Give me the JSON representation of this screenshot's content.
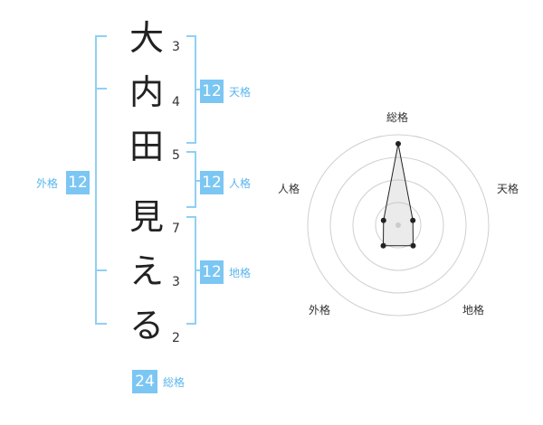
{
  "name_chars": [
    "大",
    "内",
    "田",
    "見",
    "え",
    "る"
  ],
  "strokes": [
    "3",
    "4",
    "5",
    "7",
    "3",
    "2"
  ],
  "tenkaku": {
    "value": "12",
    "label": "天格"
  },
  "jinkaku": {
    "value": "12",
    "label": "人格"
  },
  "chikaku": {
    "value": "12",
    "label": "地格"
  },
  "gaikaku": {
    "value": "12",
    "label": "外格"
  },
  "soukaku": {
    "value": "24",
    "label": "総格"
  },
  "colors": {
    "accent": "#7cc6f4",
    "accent_text": "#5bb5ee",
    "bracket": "#8fd0f5"
  },
  "chart_data": {
    "type": "radar",
    "axes": [
      "総格",
      "天格",
      "地格",
      "外格",
      "人格"
    ],
    "values": [
      0.9,
      0.17,
      0.28,
      0.28,
      0.17
    ],
    "rings": 4
  }
}
